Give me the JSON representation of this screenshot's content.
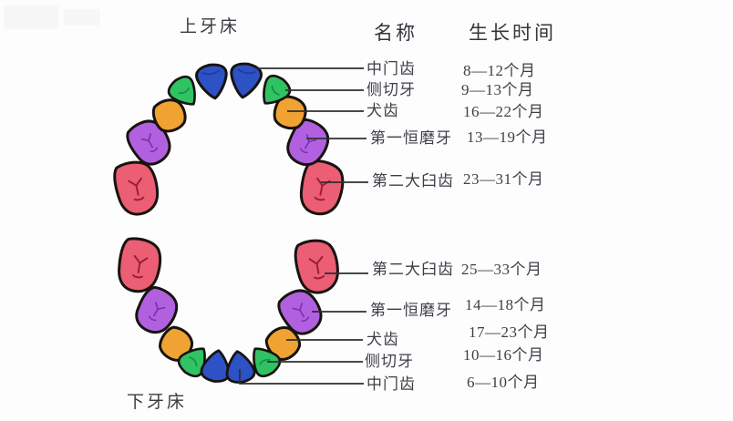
{
  "jaw_labels": {
    "upper": "上牙床",
    "lower": "下牙床"
  },
  "table": {
    "name_header": "名称",
    "time_header": "生长时间"
  },
  "upper_rows": [
    {
      "name": "中门齿",
      "time": "8—12个月",
      "tooth": "central_incisor"
    },
    {
      "name": "侧切牙",
      "time": "9—13个月",
      "tooth": "lateral_incisor"
    },
    {
      "name": "犬齿",
      "time": "16—22个月",
      "tooth": "canine"
    },
    {
      "name": "第一恒磨牙",
      "time": "13—19个月",
      "tooth": "first_molar"
    },
    {
      "name": "第二大臼齿",
      "time": "23—31个月",
      "tooth": "second_molar"
    }
  ],
  "lower_rows": [
    {
      "name": "第二大臼齿",
      "time": "25—33个月",
      "tooth": "second_molar"
    },
    {
      "name": "第一恒磨牙",
      "time": "14—18个月",
      "tooth": "first_molar"
    },
    {
      "name": "犬齿",
      "time": "17—23个月",
      "tooth": "canine"
    },
    {
      "name": "侧切牙",
      "time": "10—16个月",
      "tooth": "lateral_incisor"
    },
    {
      "name": "中门齿",
      "time": "6—10个月",
      "tooth": "central_incisor"
    }
  ],
  "colors": {
    "central_incisor": "#2d52c6",
    "lateral_incisor": "#30c263",
    "canine": "#f0a233",
    "first_molar": "#b161e0",
    "second_molar": "#ec5e73",
    "outline": "#171310",
    "leader_line": "#2f2f2f",
    "text": "#3f3e47",
    "background": "#fdfdfd"
  }
}
